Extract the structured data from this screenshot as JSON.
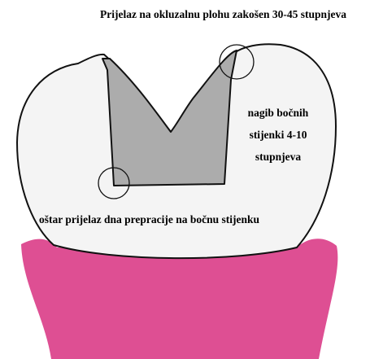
{
  "labels": {
    "occlusal_transition": "Prijelaz na okluzalnu plohu zakošen 30-45 stupnjeva",
    "wall_inclination": [
      "nagib bočnih",
      "stijenki 4-10",
      "stupnjeva"
    ],
    "floor_transition": "oštar prijelaz dna prepracije na bočnu stijenku"
  },
  "colors": {
    "gum": "#de4f93",
    "tooth": "#f4f4f4",
    "cavity": "#acacac",
    "outline": "#111111"
  }
}
